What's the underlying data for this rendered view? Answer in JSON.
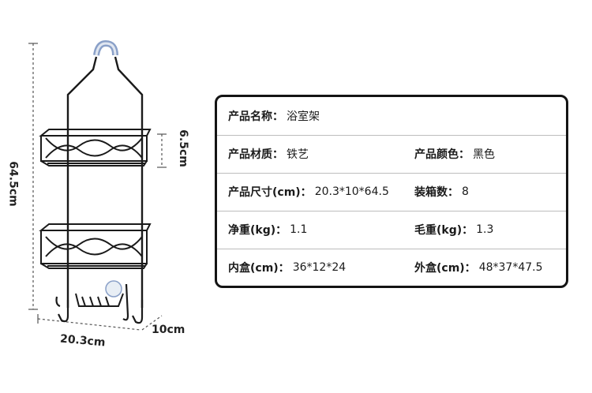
{
  "dimensions": {
    "height": "64.5cm",
    "shelf_gap": "6.5cm",
    "width": "20.3cm",
    "depth": "10cm"
  },
  "spec_table": {
    "rows": [
      {
        "left": {
          "key": "产品名称：",
          "value": "浴室架"
        }
      },
      {
        "left": {
          "key": "产品材质：",
          "value": "铁艺"
        },
        "right": {
          "key": "产品颜色：",
          "value": "黑色"
        }
      },
      {
        "left": {
          "key": "产品尺寸(cm)：",
          "value": "20.3*10*64.5"
        },
        "right": {
          "key": "装箱数：",
          "value": "8"
        }
      },
      {
        "left": {
          "key": "净重(kg)：",
          "value": "1.1"
        },
        "right": {
          "key": "毛重(kg)：",
          "value": "1.3"
        }
      },
      {
        "left": {
          "key": "内盒(cm)：",
          "value": "36*12*24"
        },
        "right": {
          "key": "外盒(cm)：",
          "value": "48*37*47.5"
        }
      }
    ]
  },
  "colors": {
    "border": "#141414",
    "divider": "#bdbdbd",
    "product": "#1a1a1a"
  }
}
